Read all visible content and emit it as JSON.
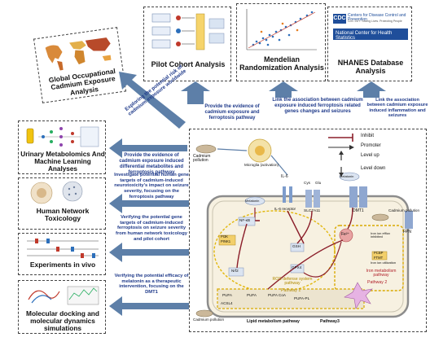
{
  "analyses": {
    "global": "Global Occupational Cadmium Exposure Analysis",
    "pilot": "Pilot Cohort Analysis",
    "mendelian": "Mendelian Randomization Analysis",
    "nhanes": "NHANES Database Analysis",
    "urinary": "Urinary Metabolomics And Machine Learning Analyses",
    "network": "Human Network Toxicology",
    "invivo": "Experiments in vivo",
    "docking": "Molecular docking and molecular dynamics simulations"
  },
  "cdc": {
    "line1": "Centers for Disease Control and Prevention",
    "line2": "CDC 24/7: Saving Lives. Protecting People",
    "banner": "National Center for Health Statistics"
  },
  "captions": {
    "global_diag": "Exploring the potential risk of cadmium exposure worldwide",
    "pilot": "Provide the evidence of cadmium exposure and ferroptosis pathway",
    "mr": "Link the association between cadmium exposure induced ferroptosis related genes changes and seizures",
    "nhanes": "Link the association between cadmium exposure induced inflammation and seizures",
    "urinary": "Provide the evidence of cadmium exposure induced differential metabolites and ferroptosis pathway",
    "network": "Investigate potential human gene targets of cadmium-induced neurotoxicity's impact on seizure severity, focusing on the ferroptosis pathway",
    "invivo": "Verifying the potential gene targets of cadmium-induced ferroptosis on seizure severity from human network toxicology and pilot cohort",
    "docking": "Verifying the potential efficacy of melatonin as a therapeutic intervention, focusing on the DMT1"
  },
  "legend": {
    "inhibit": "Inhibit",
    "promoter": "Promoter",
    "level_up": "Level up",
    "level_down": "Level down"
  },
  "pathway_labels": {
    "cadmium_pollution": "Cadmium pollution",
    "microglia": "Microglia (activation)",
    "il6": "IL-6",
    "il6_receptor": "IL-6 receptor",
    "slc7a11": "SLC7A11",
    "cys": "Cys",
    "glu": "Glu",
    "melatonin": "Melatonin",
    "dmt1": "DMT1",
    "fpn": "FPN",
    "nfkb": "NF-κB",
    "nrf2": "Nrf2",
    "gsh": "GSH",
    "gpx4": "GPX4",
    "fe2": "Fe²⁺",
    "iron_efflux": "Iron ion efflux inhibited",
    "iron_util": "Iron ion utilization",
    "pcbp": "PCBP",
    "ftmt": "FTMT",
    "pufa": "PUFA",
    "acsl4": "ACSL4",
    "pufa_coa": "PUFA CoA",
    "pufa_pl": "PUFA-PL",
    "ros_pathway": "ROS defense system pathway",
    "pathway1": "Pathway 1",
    "iron_pathway": "Iron metabolism pathway",
    "pathway2": "Pathway 2",
    "lipid_pathway": "Lipid metabolism pathway",
    "pathway3": "Pathway3",
    "pi3k": "PI3K",
    "pink1": "PINK1"
  },
  "colors": {
    "arrow": "#5d7fa8",
    "caption": "#1f3a8a",
    "inhibit": "#8b1e2a",
    "pathway_red": "#b0202a",
    "nhanes_banner": "#1f4e9a"
  }
}
